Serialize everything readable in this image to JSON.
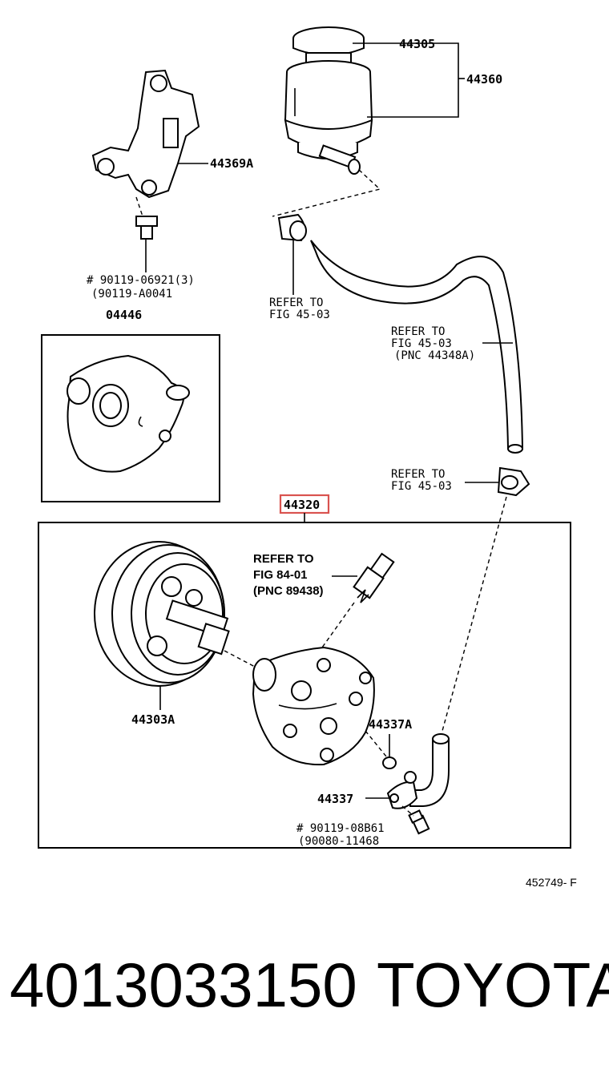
{
  "labels": {
    "p44305": "44305",
    "p44360": "44360",
    "p44369a": "44369A",
    "bolt_line1": "# 90119-06921(3)",
    "bolt_line2": "(90119-A0041",
    "refer_hose_clamp": [
      "REFER TO",
      "FIG 45-03"
    ],
    "refer_hose": [
      "REFER TO",
      "FIG 45-03",
      "(PNC 44348A)"
    ],
    "refer_clamp_lower": [
      "REFER TO",
      "FIG 45-03"
    ],
    "p04446": "04446",
    "p44320": "44320",
    "refer_sensor": [
      "REFER TO",
      "FIG  84-01",
      "(PNC 89438)"
    ],
    "p44303a": "44303A",
    "p44337a": "44337A",
    "p44337": "44337",
    "bolt2_line1": "# 90119-08B61",
    "bolt2_line2": "(90080-11468",
    "ref_code": "452749- F"
  },
  "footer": {
    "part_number": "4013033150",
    "brand": "TOYOTA"
  },
  "colors": {
    "highlight": "#d9534f"
  }
}
